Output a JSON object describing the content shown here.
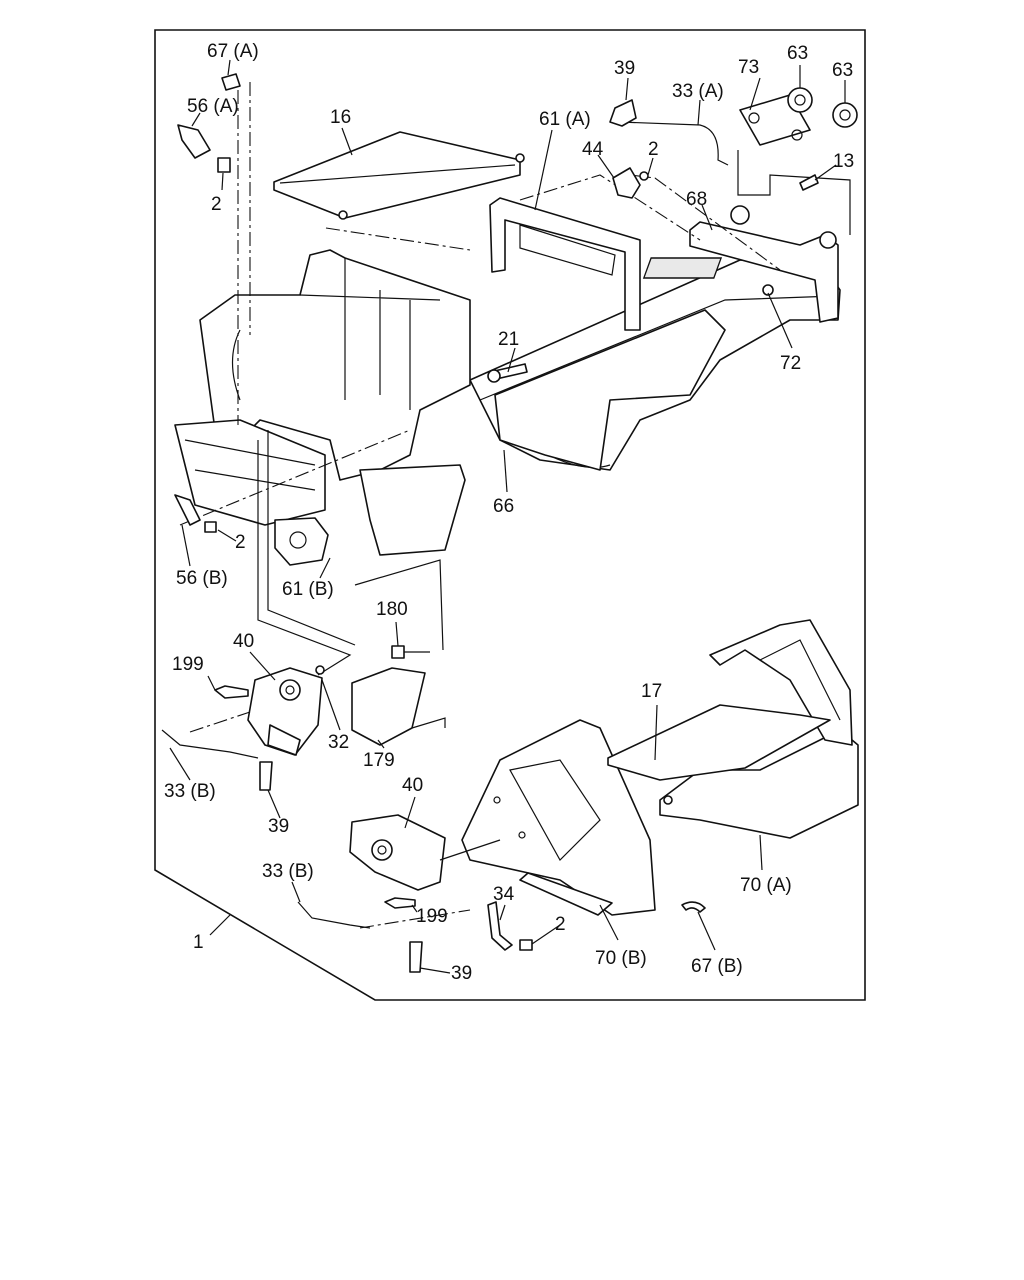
{
  "callouts": {
    "c67a": "67 (A)",
    "c56a": "56 (A)",
    "c2a": "2",
    "c16": "16",
    "c39a": "39",
    "c33a": "33 (A)",
    "c61a": "61 (A)",
    "c44": "44",
    "c2b": "2",
    "c73": "73",
    "c63a": "63",
    "c63b": "63",
    "c13": "13",
    "c68": "68",
    "c21": "21",
    "c72": "72",
    "c66": "66",
    "c56b": "56 (B)",
    "c2c": "2",
    "c61b": "61 (B)",
    "c180": "180",
    "c40a": "40",
    "c199a": "199",
    "c32": "32",
    "c179": "179",
    "c33b1": "33 (B)",
    "c39b": "39",
    "c17": "17",
    "c40b": "40",
    "c33b2": "33 (B)",
    "c199b": "199",
    "c34": "34",
    "c2d": "2",
    "c70a": "70 (A)",
    "c39c": "39",
    "c70b": "70 (B)",
    "c67b": "67 (B)",
    "c1": "1"
  }
}
